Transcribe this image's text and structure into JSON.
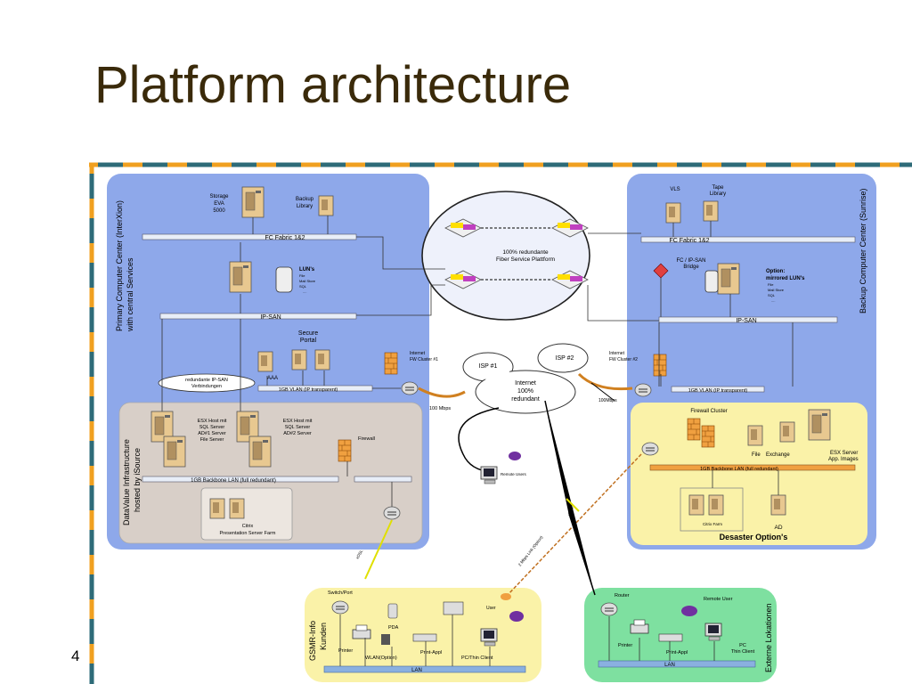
{
  "slide": {
    "title": "Platform architecture",
    "page_number": "4"
  },
  "primary": {
    "side_label": [
      "Primary Computer Center (InterXion)",
      "with central Services"
    ],
    "storage": [
      "Storage",
      "EVA",
      "5000"
    ],
    "backup_library": [
      "Backup",
      "Library"
    ],
    "fc_fabric": "FC Fabric 1&2",
    "luns_title": "LUN's",
    "luns_items": [
      "File",
      "Mail Store",
      "SQL",
      "...."
    ],
    "ip_san": "IP-SAN",
    "secure_portal": [
      "Secure",
      "Portal"
    ],
    "aaa": "AAA",
    "fw_cluster": [
      "Internet",
      "FW Cluster #1"
    ],
    "redundant_ip_san": [
      "redundante IP-SAN",
      "Verbindungen"
    ],
    "vlan": "1GB VLAN (IP transparent)",
    "bandwidth": "100 Mbps"
  },
  "datavalue": {
    "side_label": [
      "DataValue Infrastructure",
      "hosted by iSource"
    ],
    "esx1": [
      "ESX Host mit",
      "SQL Server",
      "AD#1 Server",
      "File Server"
    ],
    "esx2": [
      "ESX Host mit",
      "SQL Server",
      "AD#2 Server"
    ],
    "firewall": "Firewall",
    "backbone": "1GB Backbone LAN (full redundant)",
    "citrix": [
      "Citrix",
      "Presentation Server Farm"
    ]
  },
  "center": {
    "fsp": [
      "100% redundante",
      "Fiber Service Plattform"
    ],
    "isp1": "ISP #1",
    "isp2": "ISP #2",
    "internet": [
      "Internet",
      "100%",
      "redundant"
    ],
    "remote_users": "Remote Users"
  },
  "backup": {
    "side_label": "Backup Computer Center (Sunrise)",
    "vls": "VLS",
    "tape_library": [
      "Tape",
      "Library"
    ],
    "fc_fabric": "FC Fabric 1&2",
    "bridge": [
      "FC / IP-SAN",
      "Bridge"
    ],
    "option_luns": [
      "Option:",
      "mirrored LUN's"
    ],
    "option_items": [
      "File",
      "Mail Store",
      "SQL",
      "...."
    ],
    "ip_san": "IP-SAN",
    "fw_cluster": [
      "Internet",
      "FW Cluster #2"
    ],
    "vlan": "1GB VLAN (IP transparent)",
    "bandwidth": "100Mbps"
  },
  "desaster": {
    "firewall_cluster": "Firewall Cluster",
    "file": "File",
    "exchange": "Exchange",
    "esx_server": [
      "ESX Server",
      "App. Images"
    ],
    "backbone": "1GB Backbone LAN (full redundant)",
    "citrix_farm": "Citrix Farm",
    "ad": "AD",
    "title": "Desaster Option's"
  },
  "links": {
    "dsl": "xDSL",
    "link": "2 Mbps Link (Option)",
    "dsl2": "xDSL"
  },
  "gsmr": {
    "side_label": [
      "GSMR-Info",
      "Kunden"
    ],
    "switch_port": "Switch/Port",
    "pda": "PDA",
    "user": "User",
    "printer": "Printer",
    "wlan": "WLAN(Option)",
    "print_appl": "Print-Appl",
    "pc_thin": "PC/Thin Client",
    "lan": "LAN"
  },
  "extern": {
    "side_label": "Externe Lokationen",
    "router": "Router",
    "remote_user": "Remote User",
    "printer": "Printer",
    "print_appl": "Print-Appl",
    "pc": [
      "PC",
      "Thin Client"
    ],
    "lan": "LAN"
  },
  "colors": {
    "frame_orange": "#f0a020",
    "frame_teal": "#2e6b78",
    "primary_bg": "#8ea8ea",
    "datavalue_bg": "#d8cfc8",
    "yellow_bg": "#faf2a8",
    "green_bg": "#7ee0a0"
  }
}
